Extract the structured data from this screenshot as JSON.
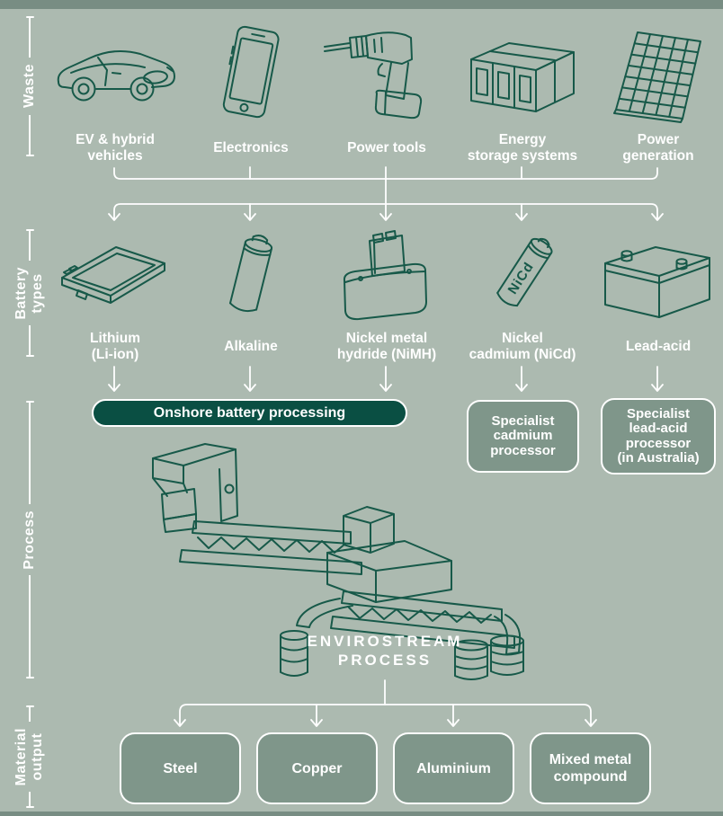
{
  "title": "Battery recycling flow infographic",
  "palette": {
    "background": "#acbab0",
    "band": "#788d83",
    "line_art": "#175949",
    "banner_fill": "#0a4f43",
    "box_fill": "#7f968a",
    "connector": "#ffffff"
  },
  "sections": {
    "waste": {
      "rail": "Waste",
      "items": [
        {
          "label": "EV & hybrid\nvehicles",
          "icon": "car-icon"
        },
        {
          "label": "Electronics",
          "icon": "smartphone-icon"
        },
        {
          "label": "Power tools",
          "icon": "drill-icon"
        },
        {
          "label": "Energy\nstorage systems",
          "icon": "battery-bank-icon"
        },
        {
          "label": "Power\ngeneration",
          "icon": "solar-panel-icon"
        }
      ]
    },
    "battery_types": {
      "rail": "Battery\ntypes",
      "items": [
        {
          "label": "Lithium\n(Li-ion)",
          "icon": "liion-pouch-battery-icon"
        },
        {
          "label": "Alkaline",
          "icon": "alkaline-cell-icon"
        },
        {
          "label": "Nickel metal\nhydride (NiMH)",
          "icon": "nimh-pack-icon"
        },
        {
          "label": "Nickel\ncadmium (NiCd)",
          "icon": "nicd-cell-icon",
          "icon_text": "NiCd"
        },
        {
          "label": "Lead-acid",
          "icon": "lead-acid-battery-icon"
        }
      ]
    },
    "process": {
      "rail": "Process",
      "banner": "Onshore battery processing",
      "specialists": [
        {
          "label": "Specialist\ncadmium\nprocessor"
        },
        {
          "label": "Specialist\nlead-acid\nprocessor\n(in Australia)"
        }
      ],
      "machine_caption": "ENVIROSTREAM\nPROCESS"
    },
    "material_output": {
      "rail": "Material\noutput",
      "items": [
        {
          "label": "Steel"
        },
        {
          "label": "Copper"
        },
        {
          "label": "Aluminium"
        },
        {
          "label": "Mixed metal\ncompound"
        }
      ]
    }
  }
}
